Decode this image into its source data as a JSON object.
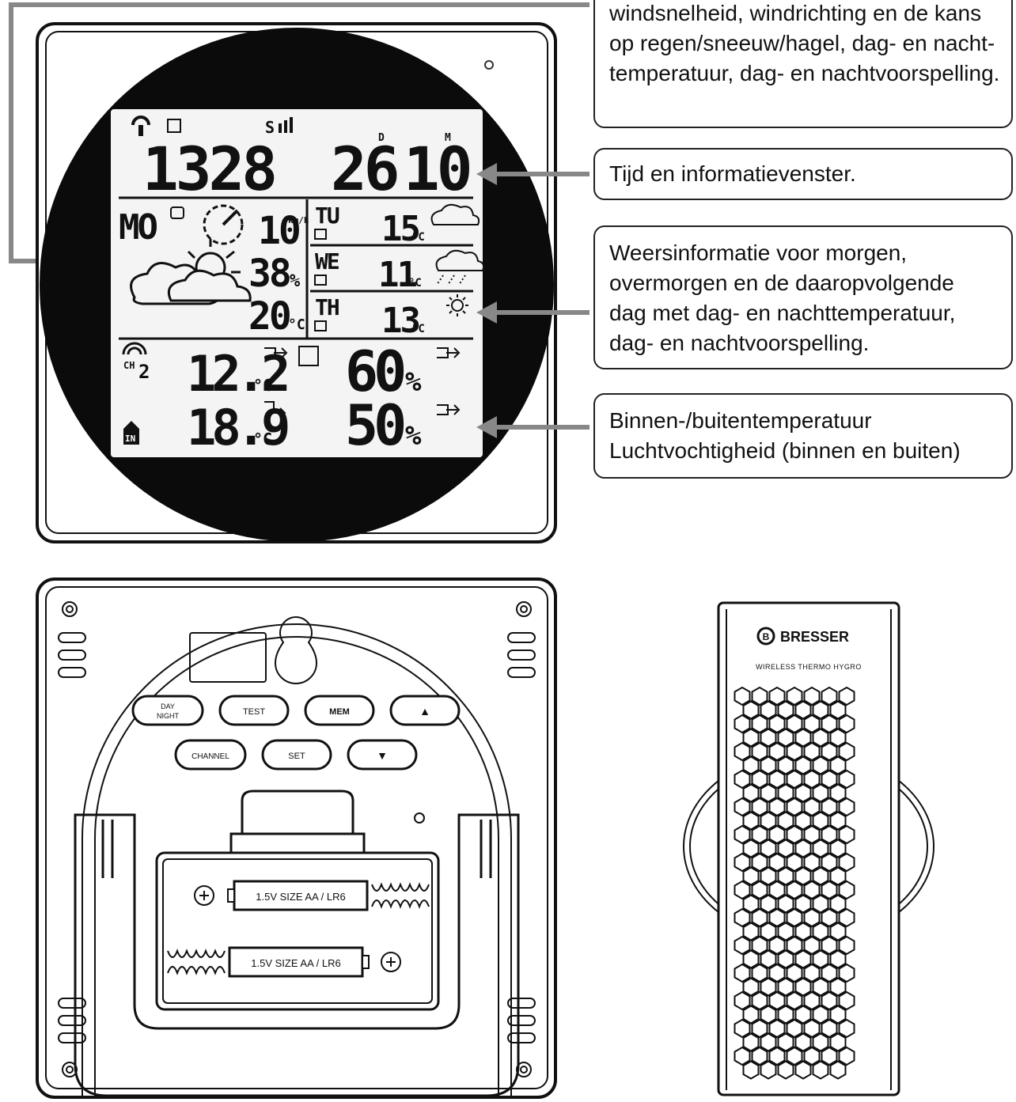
{
  "callouts": {
    "forecast_today": [
      "windsnelheid, windrichting en de kans",
      "op regen/sneeuw/hagel, dag- en nacht-",
      "temperatuur, dag- en nachtvoorspelling."
    ],
    "time_info": [
      "Tijd en informatievenster."
    ],
    "forecast_days": [
      "Weersinformatie voor morgen,",
      "overmorgen en de daaropvolgende",
      "dag met dag- en nachttemperatuur,",
      "dag- en nachtvoorspelling."
    ],
    "temp_humidity": [
      "Binnen-/buitentemperatuur",
      "Luchtvochtigheid (binnen en buiten)"
    ]
  },
  "display": {
    "signal_label": "S",
    "time": "1328",
    "day_letter": "D",
    "month_letter": "M",
    "date_day": "26",
    "date_month": "10",
    "weekday": "MO",
    "wind_speed": "10",
    "wind_unit": "km/h",
    "precip": "38",
    "precip_unit": "%",
    "night_temp": "20",
    "temp_unit_small": "°C",
    "forecast": [
      {
        "day": "TU",
        "temp": "15",
        "icon": "cloud-icon"
      },
      {
        "day": "WE",
        "temp": "11",
        "icon": "rain-cloud-icon"
      },
      {
        "day": "TH",
        "temp": "13",
        "icon": "sun-icon"
      }
    ],
    "channel": "CH",
    "channel_num": "2",
    "outdoor_temp": "12.2",
    "indoor_temp": "18.9",
    "temp_unit": "°C",
    "outdoor_humidity": "60",
    "indoor_humidity": "50",
    "humidity_unit": "%",
    "indoor_badge": "IN"
  },
  "back_panel": {
    "buttons_row1": [
      "DAY NIGHT",
      "TEST",
      "MEM",
      "▲"
    ],
    "buttons_row2": [
      "CHANNEL",
      "SET",
      "▼"
    ],
    "battery_label_1": "1.5V SIZE AA / LR6",
    "battery_label_2": "1.5V SIZE AA / LR6"
  },
  "sensor": {
    "brand": "BRESSER",
    "model": "WIRELESS THERMO HYGRO"
  }
}
